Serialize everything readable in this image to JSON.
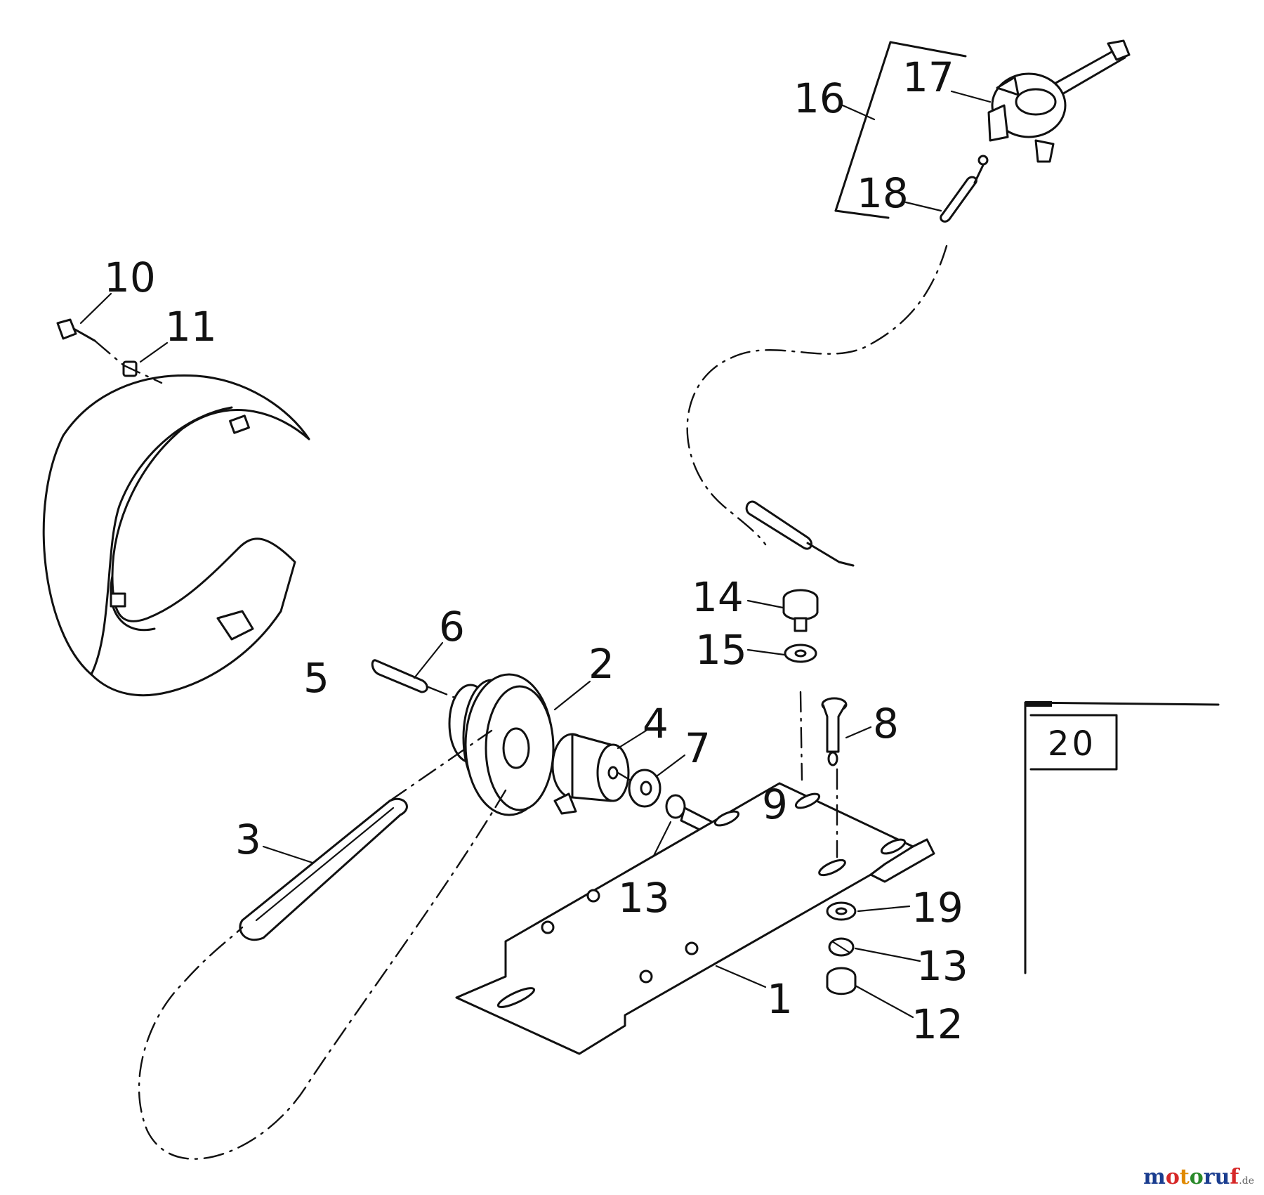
{
  "callouts": [
    {
      "id": "1",
      "label": "1"
    },
    {
      "id": "2",
      "label": "2"
    },
    {
      "id": "3",
      "label": "3"
    },
    {
      "id": "4",
      "label": "4"
    },
    {
      "id": "5",
      "label": "5"
    },
    {
      "id": "6",
      "label": "6"
    },
    {
      "id": "7",
      "label": "7"
    },
    {
      "id": "8",
      "label": "8"
    },
    {
      "id": "9",
      "label": "9"
    },
    {
      "id": "10",
      "label": "10"
    },
    {
      "id": "11",
      "label": "11"
    },
    {
      "id": "12",
      "label": "12"
    },
    {
      "id": "13a",
      "label": "13"
    },
    {
      "id": "13b",
      "label": "13"
    },
    {
      "id": "14",
      "label": "14"
    },
    {
      "id": "15",
      "label": "15"
    },
    {
      "id": "16",
      "label": "16"
    },
    {
      "id": "17",
      "label": "17"
    },
    {
      "id": "18",
      "label": "18"
    },
    {
      "id": "19",
      "label": "19"
    }
  ],
  "reference_box": {
    "label": "20"
  },
  "watermark": {
    "brand": [
      "m",
      "o",
      "t",
      "o",
      "r",
      "u",
      "f"
    ],
    "tld": ".de"
  },
  "colors": {
    "ink": "#111111",
    "background": "#ffffff",
    "brand_blue": "#1a3d8f",
    "brand_red": "#d62828"
  }
}
